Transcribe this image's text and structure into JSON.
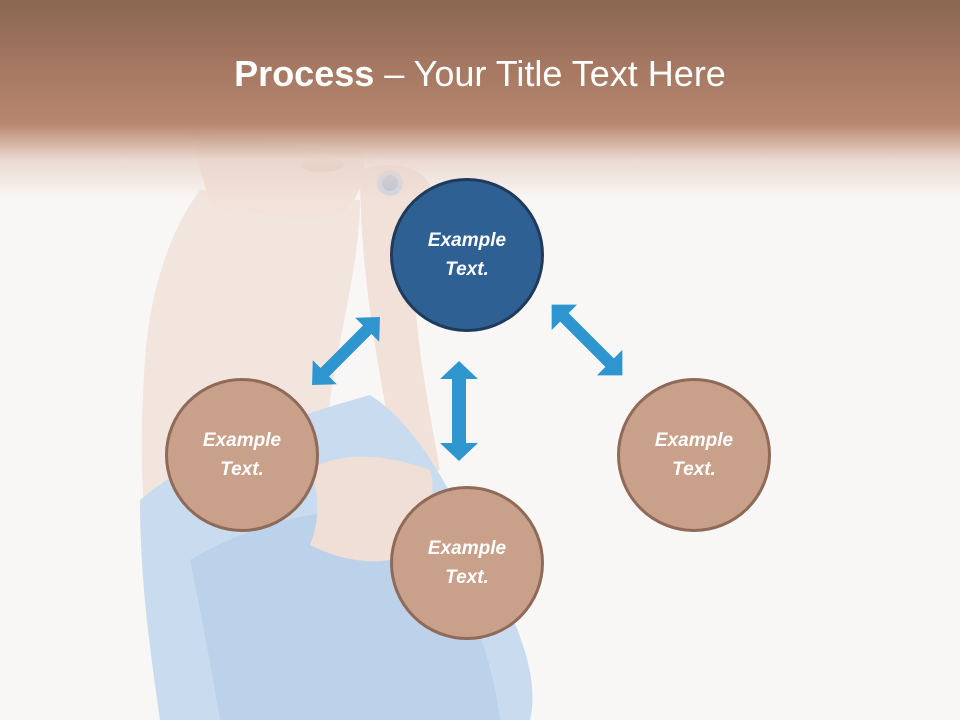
{
  "slide": {
    "title_bold": "Process",
    "title_rest": " – Your Title Text Here"
  },
  "diagram": {
    "nodes": [
      {
        "id": "top",
        "line1": "Example",
        "line2": "Text.",
        "color": "#2f6094"
      },
      {
        "id": "left",
        "line1": "Example",
        "line2": "Text.",
        "color": "#c9a08a"
      },
      {
        "id": "bottom",
        "line1": "Example",
        "line2": "Text.",
        "color": "#c9a08a"
      },
      {
        "id": "right",
        "line1": "Example",
        "line2": "Text.",
        "color": "#c9a08a"
      }
    ],
    "arrow_color": "#2e95cf",
    "connections": [
      {
        "from": "top",
        "to": "left"
      },
      {
        "from": "top",
        "to": "bottom"
      },
      {
        "from": "top",
        "to": "right"
      }
    ]
  }
}
